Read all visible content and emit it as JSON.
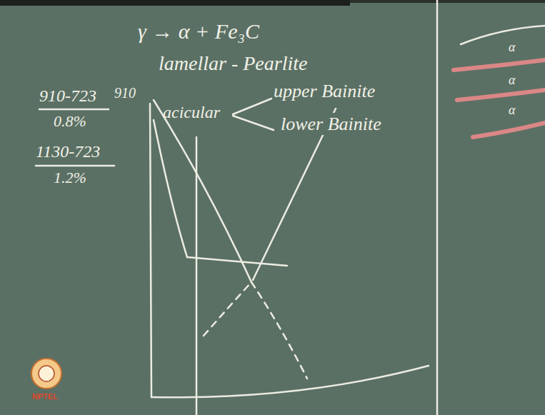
{
  "diagram": {
    "labels": [
      "γ → α + Fe₃C",
      "lamellar - Pearlite",
      "acicular",
      "upper Bainite",
      "lower Bainite",
      "910-723",
      "0.8%",
      "1130-723",
      "1.2%",
      "910",
      "α",
      "α",
      "α",
      "NPTEL"
    ]
  }
}
